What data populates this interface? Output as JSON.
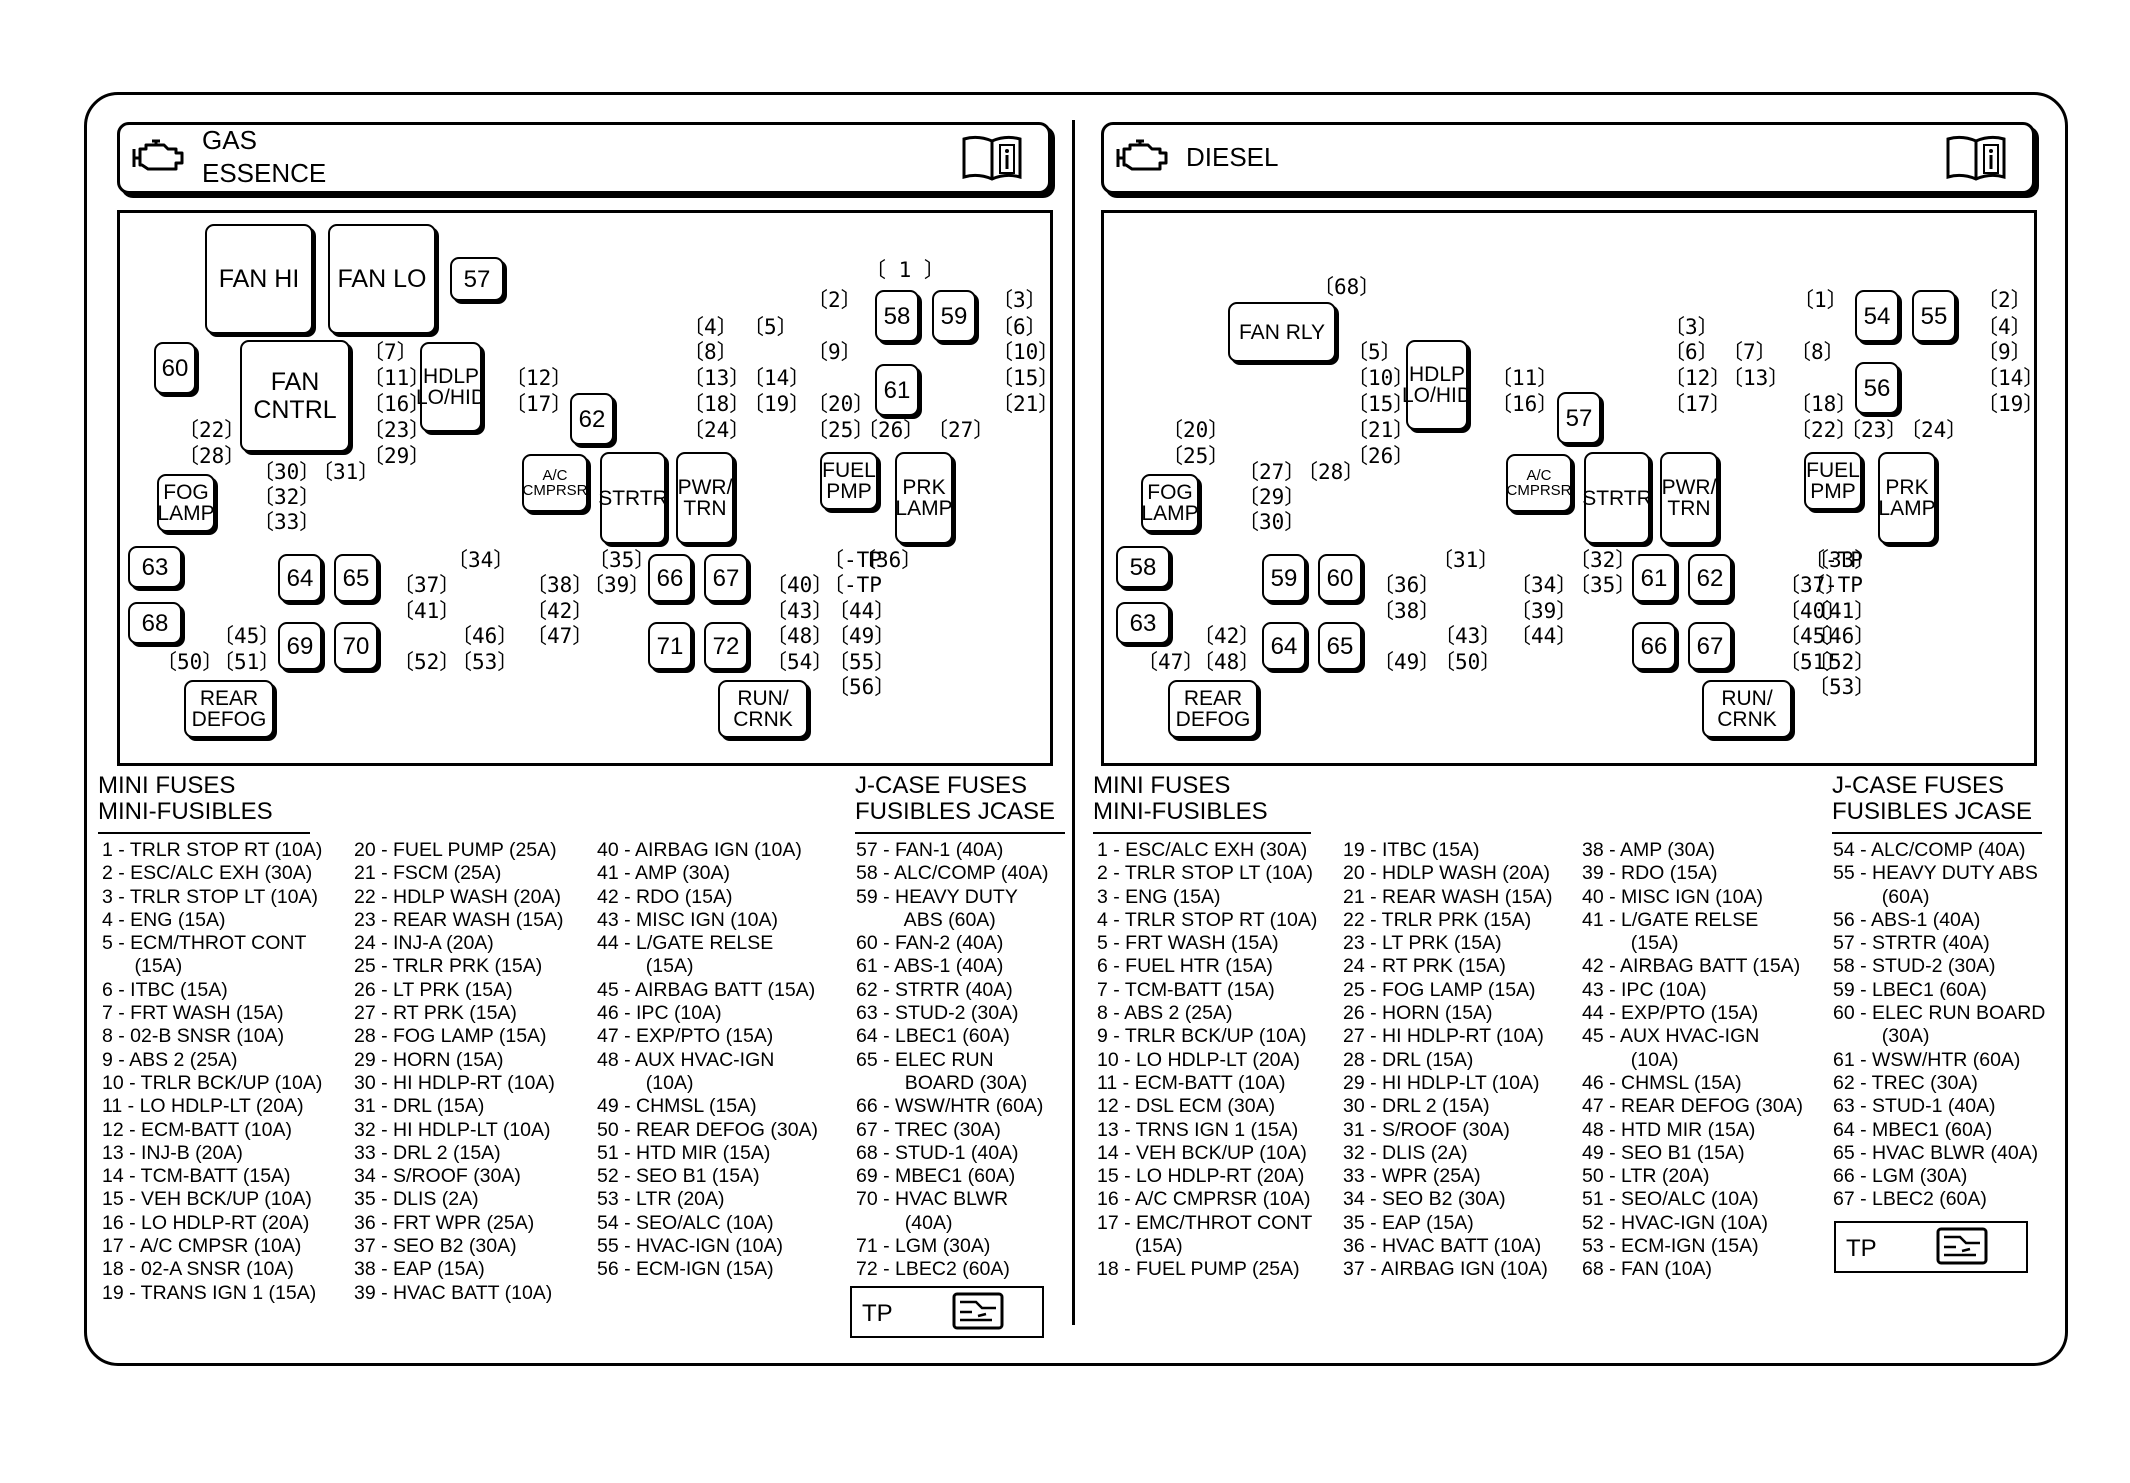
{
  "gas": {
    "title_line1": "GAS",
    "title_line2": "ESSENCE",
    "icons": {
      "engine": "engine-icon",
      "manual": "owner-manual-info-icon"
    },
    "boxes": [
      {
        "label": "FAN HI",
        "style": "big"
      },
      {
        "label": "FAN LO",
        "style": "big"
      },
      {
        "label": "57",
        "style": "num"
      },
      {
        "label": "FAN CNTRL",
        "style": "big"
      },
      {
        "label": "60",
        "style": "num"
      },
      {
        "label": "HDLP LO/HID",
        "style": ""
      },
      {
        "label": "62",
        "style": "num"
      },
      {
        "label": "58",
        "style": "num"
      },
      {
        "label": "59",
        "style": "num"
      },
      {
        "label": "61",
        "style": "num"
      },
      {
        "label": "FOG LAMP",
        "style": ""
      },
      {
        "label": "A/C CMPRSR",
        "style": "small"
      },
      {
        "label": "STRTR",
        "style": ""
      },
      {
        "label": "PWR/ TRN",
        "style": ""
      },
      {
        "label": "FUEL PMP",
        "style": ""
      },
      {
        "label": "PRK LAMP",
        "style": ""
      },
      {
        "label": "63",
        "style": "num"
      },
      {
        "label": "68",
        "style": "num"
      },
      {
        "label": "64",
        "style": "num"
      },
      {
        "label": "65",
        "style": "num"
      },
      {
        "label": "69",
        "style": "num"
      },
      {
        "label": "70",
        "style": "num"
      },
      {
        "label": "66",
        "style": "num"
      },
      {
        "label": "67",
        "style": "num"
      },
      {
        "label": "71",
        "style": "num"
      },
      {
        "label": "72",
        "style": "num"
      },
      {
        "label": "REAR DEFOG",
        "style": ""
      },
      {
        "label": "RUN/ CRNK",
        "style": ""
      }
    ],
    "slots": [
      "[ 1 ]",
      "[2]",
      "[3]",
      "[4]",
      "[5]",
      "[6]",
      "[7]",
      "[8]",
      "[9]",
      "[10]",
      "[11]",
      "[12]",
      "[13]",
      "[14]",
      "[15]",
      "[16]",
      "[17]",
      "[18]",
      "[19]",
      "[20]",
      "[21]",
      "[22]",
      "[23]",
      "[24]",
      "[25]",
      "[26]",
      "[27]",
      "[28]",
      "[29]",
      "[30]",
      "[31]",
      "[32]",
      "[33]",
      "[34]",
      "[35]",
      "[36]",
      "[37]",
      "[38]",
      "[39]",
      "[40]",
      "[41]",
      "[42]",
      "[43]",
      "[44]",
      "[45]",
      "[46]",
      "[47]",
      "[48]",
      "[49]",
      "[50]",
      "[51]",
      "[52]",
      "[53]",
      "[54]",
      "[55]",
      "[56]",
      "[-TP",
      "[-TP"
    ],
    "mini_title": "MINI FUSES\nMINI-FUSIBLES",
    "jcase_title": "J-CASE FUSES\nFUSIBLES JCASE",
    "legend_cols": [
      [
        "1 - TRLR STOP RT (10A)",
        "2 - ESC/ALC EXH (30A)",
        "3 - TRLR STOP LT (10A)",
        "4 - ENG (15A)",
        "5 - ECM/THROT CONT",
        "      (15A)",
        "6 - ITBC (15A)",
        "7 - FRT WASH (15A)",
        "8 - 02-B SNSR (10A)",
        "9 - ABS 2 (25A)",
        "10 - TRLR BCK/UP (10A)",
        "11 - LO HDLP-LT (20A)",
        "12 - ECM-BATT (10A)",
        "13 - INJ-B (20A)",
        "14 - TCM-BATT (15A)",
        "15 - VEH BCK/UP (10A)",
        "16 - LO HDLP-RT (20A)",
        "17 - A/C CMPSR (10A)",
        "18 - 02-A SNSR (10A)",
        "19 - TRANS IGN 1 (15A)"
      ],
      [
        "20 - FUEL PUMP (25A)",
        "21 - FSCM (25A)",
        "22 - HDLP WASH (20A)",
        "23 - REAR WASH (15A)",
        "24 - INJ-A (20A)",
        "25 - TRLR PRK (15A)",
        "26 - LT PRK (15A)",
        "27 - RT PRK (15A)",
        "28 - FOG LAMP (15A)",
        "29 - HORN (15A)",
        "30 - HI HDLP-RT (10A)",
        "31 - DRL (15A)",
        "32 - HI HDLP-LT (10A)",
        "33 - DRL 2 (15A)",
        "34 - S/ROOF (30A)",
        "35 - DLIS (2A)",
        "36 - FRT WPR (25A)",
        "37 - SEO B2 (30A)",
        "38 - EAP (15A)",
        "39 - HVAC BATT (10A)"
      ],
      [
        "40 - AIRBAG IGN (10A)",
        "41 - AMP (30A)",
        "42 - RDO (15A)",
        "43 - MISC IGN (10A)",
        "44 - L/GATE RELSE",
        "         (15A)",
        "45 - AIRBAG BATT (15A)",
        "46 - IPC (10A)",
        "47 - EXP/PTO (15A)",
        "48 - AUX HVAC-IGN",
        "         (10A)",
        "49 - CHMSL (15A)",
        "50 - REAR DEFOG (30A)",
        "51 - HTD MIR (15A)",
        "52 - SEO B1 (15A)",
        "53 - LTR (20A)",
        "54 - SEO/ALC (10A)",
        "55 - HVAC-IGN (10A)",
        "56 - ECM-IGN (15A)"
      ],
      [
        "57 - FAN-1 (40A)",
        "58 - ALC/COMP (40A)",
        "59 - HEAVY DUTY",
        "         ABS (60A)",
        "60 - FAN-2 (40A)",
        "61 - ABS-1 (40A)",
        "62 - STRTR (40A)",
        "63 - STUD-2 (30A)",
        "64 - LBEC1 (60A)",
        "65 - ELEC RUN",
        "         BOARD (30A)",
        "66 - WSW/HTR (60A)",
        "67 - TREC (30A)",
        "68 - STUD-1 (40A)",
        "69 - MBEC1 (60A)",
        "70 - HVAC BLWR",
        "         (40A)",
        "71 - LGM (30A)",
        "72 - LBEC2 (60A)"
      ]
    ],
    "tp_label": "TP"
  },
  "diesel": {
    "title": "DIESEL",
    "icons": {
      "engine": "engine-icon",
      "manual": "owner-manual-info-icon"
    },
    "boxes": [
      {
        "label": "FAN RLY",
        "style": ""
      },
      {
        "label": "HDLP LO/HID",
        "style": ""
      },
      {
        "label": "57",
        "style": "num"
      },
      {
        "label": "54",
        "style": "num"
      },
      {
        "label": "55",
        "style": "num"
      },
      {
        "label": "56",
        "style": "num"
      },
      {
        "label": "FOG LAMP",
        "style": ""
      },
      {
        "label": "A/C CMPRSR",
        "style": "small"
      },
      {
        "label": "STRTR",
        "style": ""
      },
      {
        "label": "PWR/ TRN",
        "style": ""
      },
      {
        "label": "FUEL PMP",
        "style": ""
      },
      {
        "label": "PRK LAMP",
        "style": ""
      },
      {
        "label": "58",
        "style": "num"
      },
      {
        "label": "63",
        "style": "num"
      },
      {
        "label": "59",
        "style": "num"
      },
      {
        "label": "60",
        "style": "num"
      },
      {
        "label": "64",
        "style": "num"
      },
      {
        "label": "65",
        "style": "num"
      },
      {
        "label": "61",
        "style": "num"
      },
      {
        "label": "62",
        "style": "num"
      },
      {
        "label": "66",
        "style": "num"
      },
      {
        "label": "67",
        "style": "num"
      },
      {
        "label": "REAR DEFOG",
        "style": ""
      },
      {
        "label": "RUN/ CRNK",
        "style": ""
      }
    ],
    "slots": [
      "[68]",
      "[1]",
      "[2]",
      "[3]",
      "[4]",
      "[5]",
      "[6]",
      "[7]",
      "[8]",
      "[9]",
      "[10]",
      "[11]",
      "[12]",
      "[13]",
      "[14]",
      "[15]",
      "[16]",
      "[17]",
      "[18]",
      "[19]",
      "[20]",
      "[21]",
      "[22]",
      "[23]",
      "[24]",
      "[25]",
      "[26]",
      "[27]",
      "[28]",
      "[29]",
      "[30]",
      "[31]",
      "[32]",
      "[33]",
      "[34]",
      "[35]",
      "[36]",
      "[37]",
      "[38]",
      "[39]",
      "[40]",
      "[41]",
      "[42]",
      "[43]",
      "[44]",
      "[45]",
      "[46]",
      "[47]",
      "[48]",
      "[49]",
      "[50]",
      "[51]",
      "[52]",
      "[53]",
      "[-TP",
      "[-TP"
    ],
    "mini_title": "MINI FUSES\nMINI-FUSIBLES",
    "jcase_title": "J-CASE FUSES\nFUSIBLES JCASE",
    "legend_cols": [
      [
        "1 - ESC/ALC EXH (30A)",
        "2 - TRLR STOP LT (10A)",
        "3 - ENG (15A)",
        "4 - TRLR STOP RT (10A)",
        "5 - FRT WASH (15A)",
        "6 - FUEL HTR (15A)",
        "7 - TCM-BATT (15A)",
        "8 - ABS 2 (25A)",
        "9 - TRLR BCK/UP (10A)",
        "10 - LO HDLP-LT (20A)",
        "11 - ECM-BATT (10A)",
        "12 - DSL ECM (30A)",
        "13 - TRNS IGN 1 (15A)",
        "14 - VEH BCK/UP (10A)",
        "15 - LO HDLP-RT (20A)",
        "16 - A/C CMPRSR (10A)",
        "17 - EMC/THROT CONT",
        "       (15A)",
        "18 - FUEL PUMP (25A)"
      ],
      [
        "19 - ITBC (15A)",
        "20 - HDLP WASH (20A)",
        "21 - REAR WASH (15A)",
        "22 - TRLR PRK (15A)",
        "23 - LT PRK (15A)",
        "24 - RT PRK (15A)",
        "25 - FOG LAMP (15A)",
        "26 - HORN (15A)",
        "27 - HI HDLP-RT (10A)",
        "28 - DRL (15A)",
        "29 - HI HDLP-LT (10A)",
        "30 - DRL 2 (15A)",
        "31 - S/ROOF (30A)",
        "32 - DLIS (2A)",
        "33 - WPR (25A)",
        "34 - SEO B2 (30A)",
        "35 - EAP (15A)",
        "36 - HVAC BATT (10A)",
        "37 - AIRBAG IGN (10A)"
      ],
      [
        "38 - AMP (30A)",
        "39 - RDO (15A)",
        "40 - MISC IGN (10A)",
        "41 - L/GATE RELSE",
        "         (15A)",
        "42 - AIRBAG BATT (15A)",
        "43 - IPC (10A)",
        "44 - EXP/PTO (15A)",
        "45 - AUX HVAC-IGN",
        "         (10A)",
        "46 - CHMSL (15A)",
        "47 - REAR DEFOG (30A)",
        "48 - HTD MIR (15A)",
        "49 - SEO B1 (15A)",
        "50 - LTR (20A)",
        "51 - SEO/ALC (10A)",
        "52 - HVAC-IGN (10A)",
        "53 - ECM-IGN (15A)",
        "68 - FAN (10A)"
      ],
      [
        "54 - ALC/COMP (40A)",
        "55 - HEAVY DUTY ABS",
        "         (60A)",
        "56 - ABS-1 (40A)",
        "57 - STRTR (40A)",
        "58 - STUD-2 (30A)",
        "59 - LBEC1 (60A)",
        "60 - ELEC RUN BOARD",
        "         (30A)",
        "61 - WSW/HTR (60A)",
        "62 - TREC (30A)",
        "63 - STUD-1 (40A)",
        "64 - MBEC1 (60A)",
        "65 - HVAC BLWR (40A)",
        "66 - LGM (30A)",
        "67 - LBEC2 (60A)"
      ]
    ],
    "tp_label": "TP"
  }
}
